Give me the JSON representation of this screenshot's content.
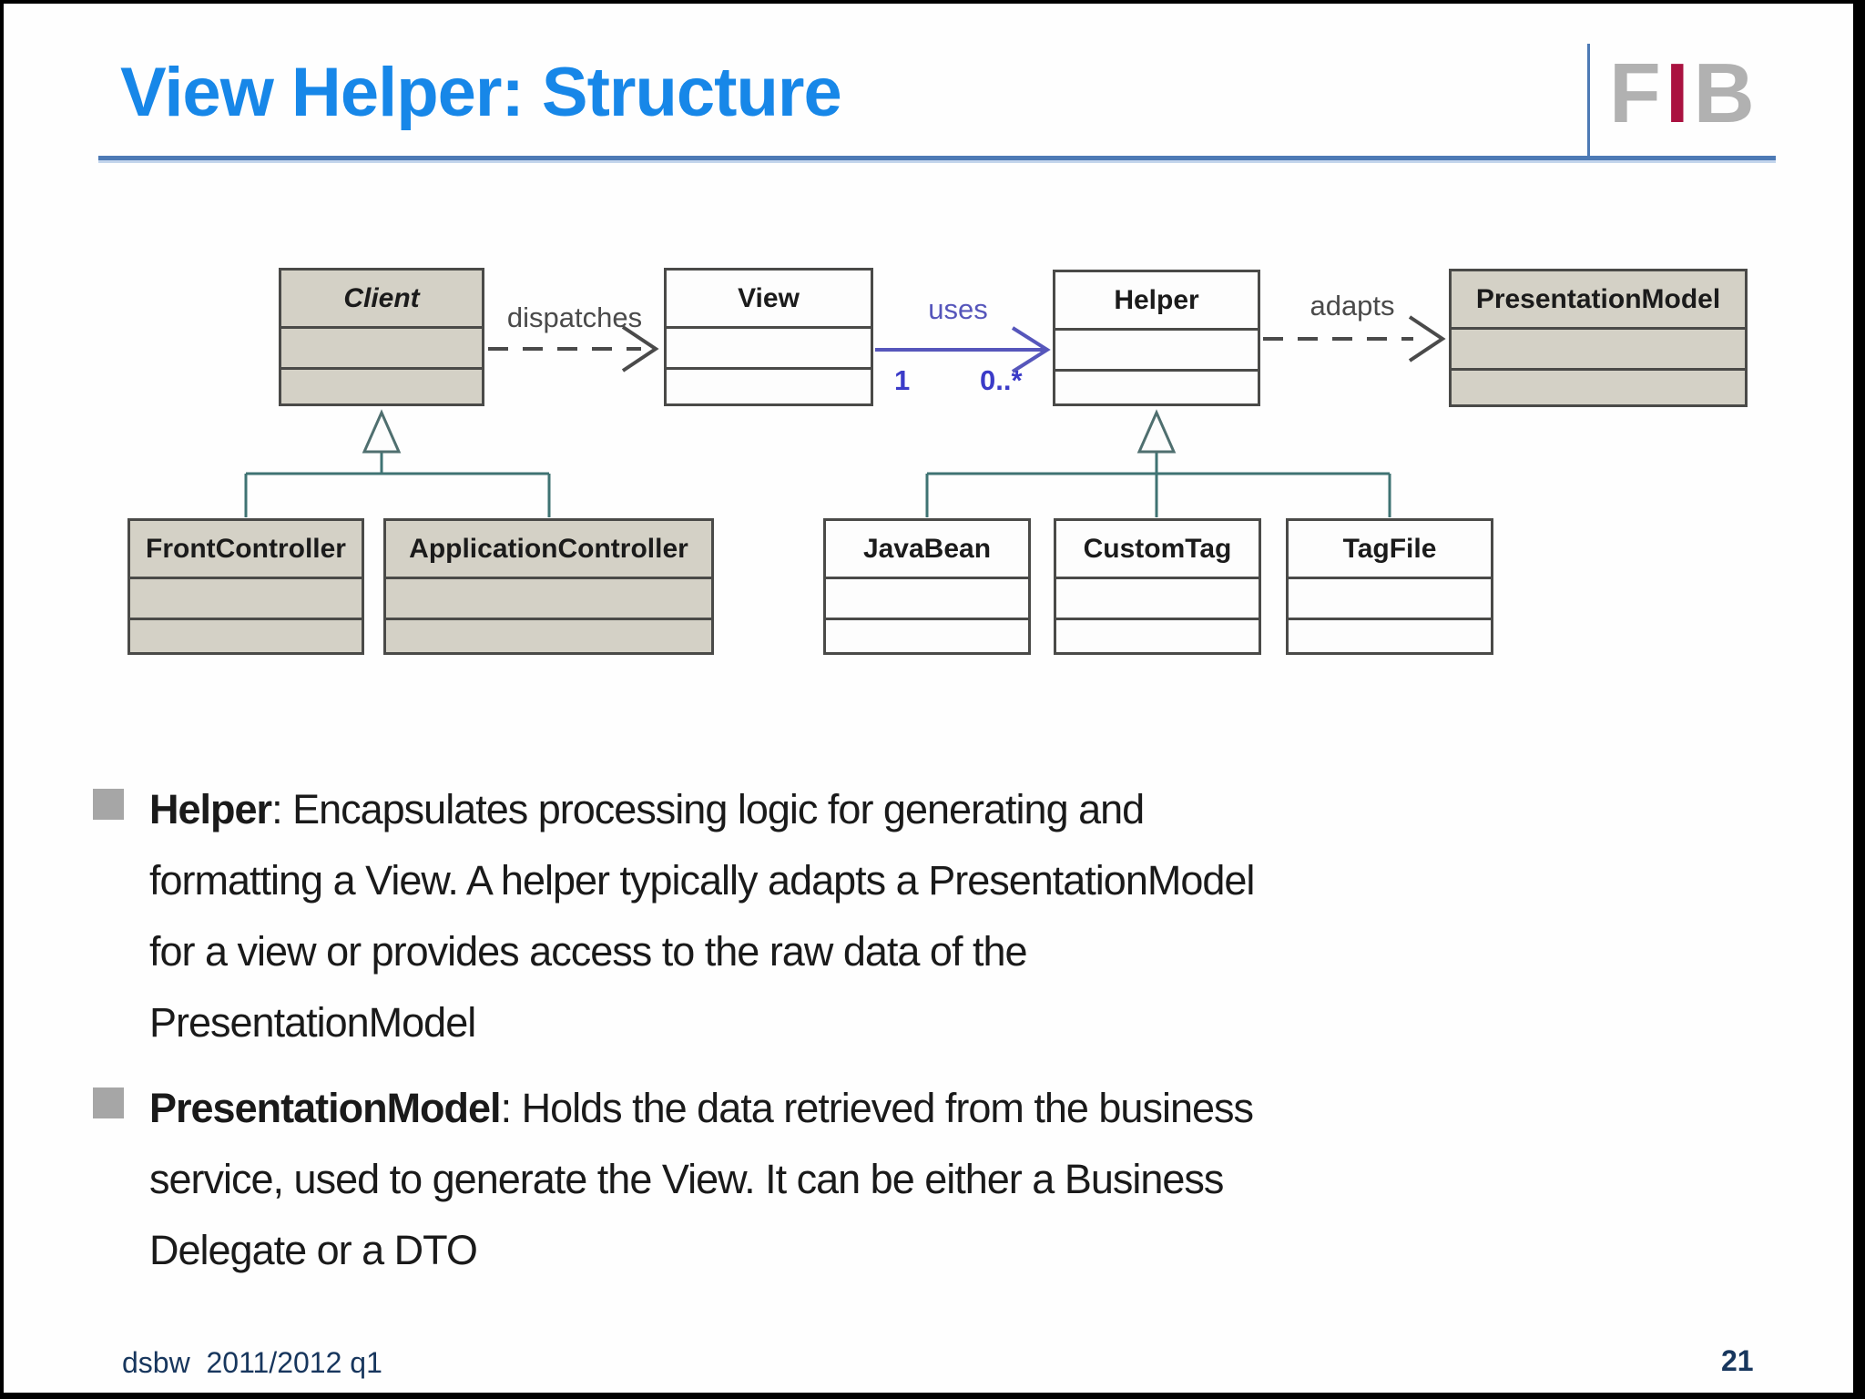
{
  "slide": {
    "title": "View Helper: Structure",
    "footer_left": "dsbw  2011/2012 q1",
    "page_number": "21",
    "logo_letters": [
      "F",
      "I",
      "B"
    ]
  },
  "colors": {
    "title_blue": "#1787e8",
    "rule_steel_blue": "#4d7ab5",
    "logo_gray": "#b1b1b1",
    "logo_red": "#aa1240",
    "uml_box_gray_fill": "#d4d1c6",
    "uml_border": "#4a4a48",
    "association_blue": "#5656bb",
    "multiplicity_blue": "#3b3bc8",
    "generalization_teal": "#3f7373",
    "footer_navy": "#17365d",
    "bullet_square_gray": "#a6a6a6"
  },
  "diagram": {
    "classes": [
      {
        "name": "Client",
        "abstract": true,
        "fill": "gray"
      },
      {
        "name": "View",
        "abstract": false,
        "fill": "white"
      },
      {
        "name": "Helper",
        "abstract": false,
        "fill": "white"
      },
      {
        "name": "PresentationModel",
        "abstract": false,
        "fill": "gray"
      },
      {
        "name": "FrontController",
        "abstract": false,
        "fill": "gray"
      },
      {
        "name": "ApplicationController",
        "abstract": false,
        "fill": "gray"
      },
      {
        "name": "JavaBean",
        "abstract": false,
        "fill": "white"
      },
      {
        "name": "CustomTag",
        "abstract": false,
        "fill": "white"
      },
      {
        "name": "TagFile",
        "abstract": false,
        "fill": "white"
      }
    ],
    "relations": [
      {
        "label": "dispatches",
        "from": "Client",
        "to": "View",
        "type": "dashed-dependency"
      },
      {
        "label": "uses",
        "from": "View",
        "to": "Helper",
        "type": "association",
        "from_multiplicity": "1",
        "to_multiplicity": "0..*"
      },
      {
        "label": "adapts",
        "from": "Helper",
        "to": "PresentationModel",
        "type": "dashed-dependency"
      }
    ],
    "generalizations": [
      {
        "parent": "Client",
        "children": [
          "FrontController",
          "ApplicationController"
        ]
      },
      {
        "parent": "Helper",
        "children": [
          "JavaBean",
          "CustomTag",
          "TagFile"
        ]
      }
    ]
  },
  "bullets": [
    {
      "term": "Helper",
      "lines": [
        ": Encapsulates processing logic for generating and",
        "formatting a View. A helper typically adapts a PresentationModel",
        "for a view or provides access to the raw data of the",
        "PresentationModel"
      ]
    },
    {
      "term": "PresentationModel",
      "lines": [
        ": Holds the data retrieved from the business",
        "service, used to generate the View. It can be either a Business",
        "Delegate or a DTO"
      ]
    }
  ]
}
